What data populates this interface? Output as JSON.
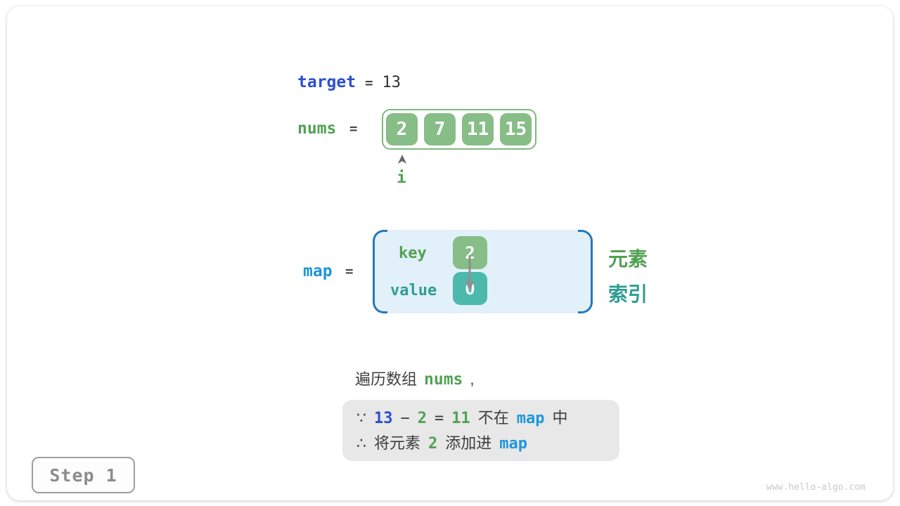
{
  "colors": {
    "blue_keyword": "#2b4ed0",
    "blue_map": "#1d96dd",
    "green_text": "#52a154",
    "green_fill": "#87bd87",
    "green_border": "#7fb87f",
    "teal_text": "#2f9d93",
    "teal_fill": "#4db9ad",
    "map_fill": "#e1f0f9",
    "map_bracket": "#2878b6",
    "text_dark": "#3d3d3d",
    "gray_arrow": "#8a8a8a",
    "reason_fill": "#e8e8e8",
    "step_gray": "#8c8c8c",
    "step_border": "#9e9e9e",
    "watermark_gray": "#c9c9c9"
  },
  "target_line": {
    "name": "target",
    "eq": "=",
    "value": "13"
  },
  "nums": {
    "name": "nums",
    "eq": "=",
    "cells": [
      "2",
      "7",
      "11",
      "15"
    ],
    "pointer": "i"
  },
  "map": {
    "name": "map",
    "eq": "=",
    "key_label": "key",
    "key_value": "2",
    "value_label": "value",
    "value_value": "0",
    "element_label": "元素",
    "index_label": "索引"
  },
  "sentence": {
    "prefix": "遍历数组",
    "code": "nums",
    "comma": ","
  },
  "reason": {
    "because": "∵",
    "minuend": "13",
    "minus": "−",
    "subtrahend": "2",
    "equals": "=",
    "difference": "11",
    "not_in": "不在",
    "map1": "map",
    "suffix1": "中",
    "therefore": "∴",
    "prefix2": "将元素",
    "element": "2",
    "middle2": "添加进",
    "map2": "map"
  },
  "step_badge": "Step 1",
  "watermark": "www.hello-algo.com"
}
